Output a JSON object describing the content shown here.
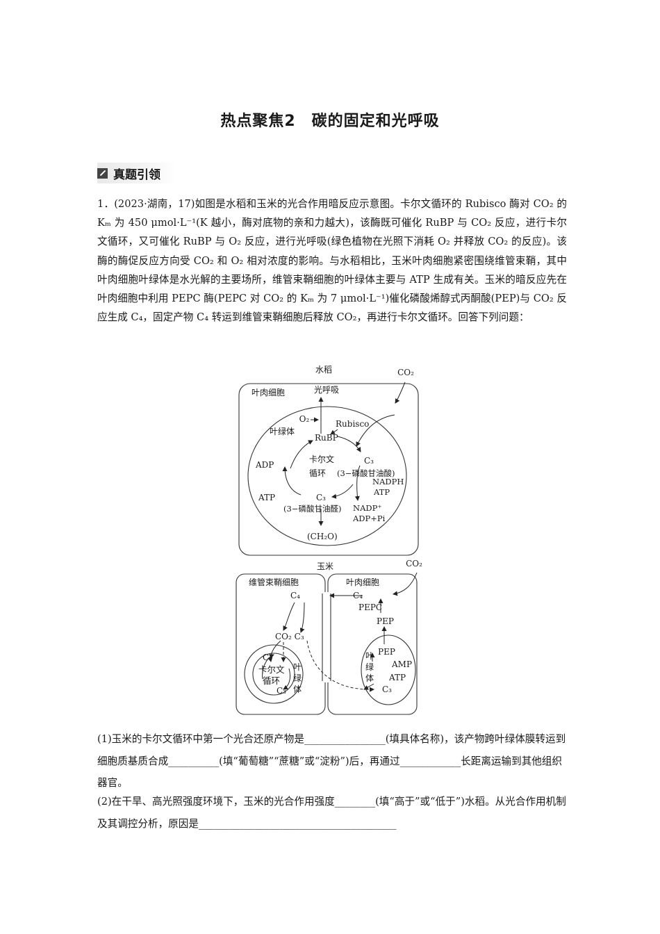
{
  "title": "热点聚焦2　碳的固定和光呼吸",
  "section_label": "真题引领",
  "question": {
    "intro": "1．(2023·湖南，17)如图是水稻和玉米的光合作用暗反应示意图。卡尔文循环的 Rubisco 酶对 CO₂ 的 Kₘ 为 450 μmol·L⁻¹(K 越小，酶对底物的亲和力越大)，该酶既可催化 RuBP 与 CO₂ 反应，进行卡尔文循环，又可催化 RuBP 与 O₂ 反应，进行光呼吸(绿色植物在光照下消耗 O₂ 并释放 CO₂ 的反应)。该酶的酶促反应方向受 CO₂ 和 O₂ 相对浓度的影响。与水稻相比，玉米叶肉细胞紧密围绕维管束鞘，其中叶肉细胞叶绿体是水光解的主要场所，维管束鞘细胞的叶绿体主要与 ATP 生成有关。玉米的暗反应先在叶肉细胞中利用 PEPC 酶(PEPC 对 CO₂ 的 Kₘ 为 7 μmol·L⁻¹)催化磷酸烯醇式丙酮酸(PEP)与 CO₂ 反应生成 C₄，固定产物 C₄ 转运到维管束鞘细胞后释放 CO₂，再进行卡尔文循环。回答下列问题：",
    "sub1": "(1)玉米的卡尔文循环中第一个光合还原产物是________________(填具体名称)，该产物跨叶绿体膜转运到细胞质基质合成__________(填“葡萄糖”“蔗糖”或“淀粉”)后，再通过____________长距离运输到其他组织器官。",
    "sub2": "(2)在干旱、高光照强度环境下，玉米的光合作用强度________(填“高于”或“低于”)水稻。从光合作用机制及其调控分析，原因是_______________________________________"
  },
  "figure": {
    "rice": {
      "title": "水稻",
      "co2": "CO₂",
      "mesophyll": "叶肉细胞",
      "photorespiration": "光呼吸",
      "o2": "O₂",
      "rubisco": "Rubisco",
      "chloroplast": "叶绿体",
      "rubp": "RuBP",
      "calvin_1": "卡尔文",
      "calvin_2": "循环",
      "c3_top": "C₃",
      "c3_top_note": "(3−磷酸甘油酸)",
      "nadph": "NADPH",
      "atp_right": "ATP",
      "adp": "ADP",
      "atp_left": "ATP",
      "c3_bottom": "C₃",
      "c3_bottom_note": "(3−磷酸甘油醛)",
      "nadp": "NADP⁺",
      "adp_pi": "ADP+Pi",
      "ch2o": "(CH₂O)"
    },
    "corn": {
      "title": "玉米",
      "co2": "CO₂",
      "bundle_sheath": "维管束鞘细胞",
      "mesophyll": "叶肉细胞",
      "c4_left": "C₄",
      "c4_right": "C₄",
      "pepc": "PEPC",
      "pep": "PEP",
      "co2_c3": "CO₂ C₃",
      "c3_in": "C₃",
      "calvin_1": "卡尔文",
      "calvin_2": "循环",
      "c3_out": "C₃",
      "chloroplast_v1": "叶",
      "chloroplast_v2": "绿",
      "chloroplast_v3": "体",
      "pep_inner": "PEP",
      "amp": "AMP",
      "atp": "ATP",
      "c3_meso": "C₃"
    }
  }
}
